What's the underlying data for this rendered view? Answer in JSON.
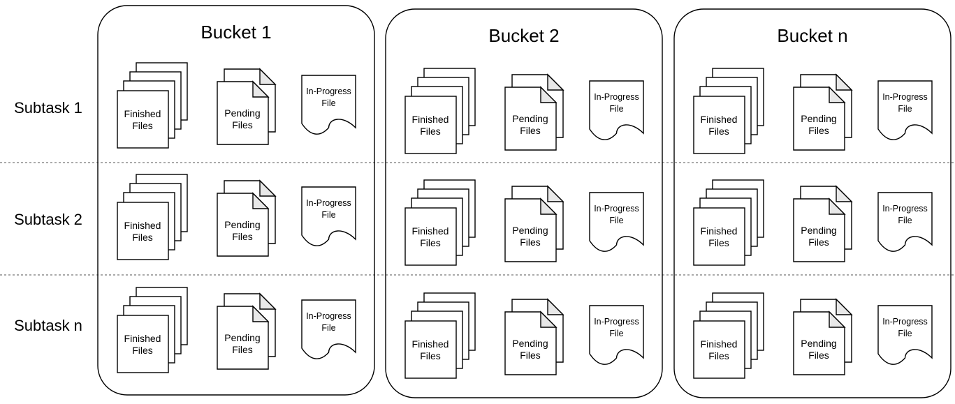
{
  "buckets": [
    {
      "title": "Bucket 1"
    },
    {
      "title": "Bucket 2"
    },
    {
      "title": "Bucket n"
    }
  ],
  "subtasks": [
    {
      "label": "Subtask 1"
    },
    {
      "label": "Subtask 2"
    },
    {
      "label": "Subtask n"
    }
  ],
  "files": {
    "finished": [
      "Finished",
      "Files"
    ],
    "pending": [
      "Pending",
      "Files"
    ],
    "in_progress": [
      "In-Progress",
      "File"
    ]
  },
  "colors": {
    "stroke": "#000000",
    "fill": "#ffffff",
    "fold": "#e8e8e8",
    "divider": "#555555"
  }
}
